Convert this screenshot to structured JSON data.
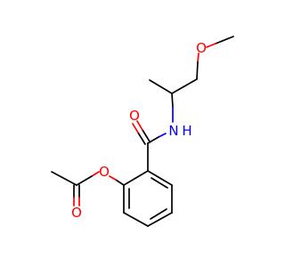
{
  "molecule": {
    "atoms": {
      "ether_oxygen": "O",
      "amide_nitrogen": "N",
      "amide_hydrogen": "H",
      "carbonyl_oxygen": "O",
      "ester_oxygen": "O",
      "acetyl_oxygen": "O"
    },
    "colors": {
      "bond": "#000000",
      "oxygen": "#ff0000",
      "nitrogen": "#0000ff",
      "background": "#ffffff"
    }
  }
}
